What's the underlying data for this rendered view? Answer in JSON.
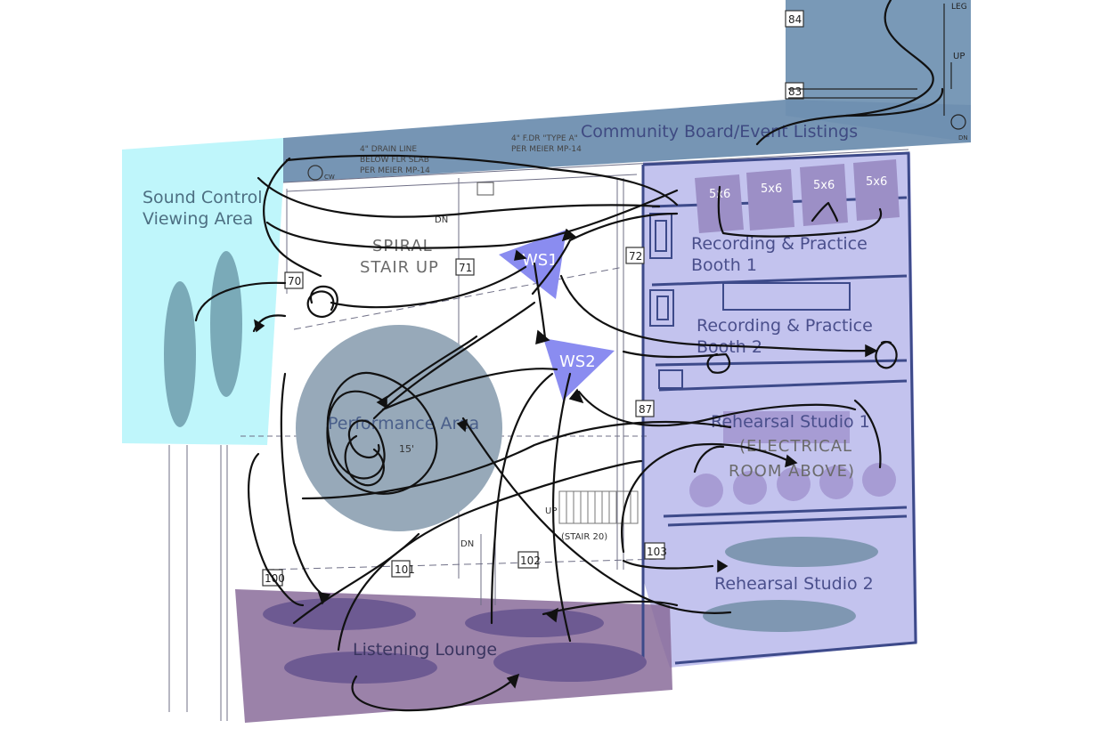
{
  "plan": {
    "zones": {
      "community_board": "Community Board/Event Listings",
      "sound_control_line1": "Sound Control",
      "sound_control_line2": "Viewing Area",
      "performance_area": "Performance Area",
      "performance_dimension": "15'",
      "booth1_line1": "Recording  & Practice",
      "booth1_line2": "Booth 1",
      "booth2_line1": "Recording  & Practice",
      "booth2_line2": "Booth 2",
      "rehearsal1": "Rehearsal Studio 1",
      "rehearsal2": "Rehearsal Studio 2",
      "listening_lounge": "Listening Lounge"
    },
    "workstations": [
      "WS1",
      "WS2"
    ],
    "booth_sizes": [
      "5x6",
      "5x6",
      "5x6",
      "5x6"
    ],
    "base_labels": {
      "spiral_stair_line1": "SPIRAL",
      "spiral_stair_line2": "STAIR UP",
      "electrical_line1": "(ELECTRICAL",
      "electrical_line2": "ROOM  ABOVE)",
      "stair": "(STAIR 20)",
      "up": "UP",
      "up2": "UP",
      "dn1": "DN",
      "dn2": "DN",
      "leg": "LEG",
      "drain_line1": "4\" DRAIN LINE",
      "drain_line2": "BELOW FLR SLAB",
      "drain_line3": "PER MEIER MP-14",
      "fdr_line1": "4\" F.DR \"TYPE A\"",
      "fdr_line2": "PER MEIER MP-14",
      "cw": "CW",
      "dn_small": "DN"
    },
    "grid_tags": [
      "84",
      "83",
      "70",
      "71",
      "72",
      "87",
      "100",
      "101",
      "102",
      "103"
    ]
  },
  "colors": {
    "sound_control": "#bff6fb",
    "community_board": "#6e8fb0",
    "studios": "#c3c3ee",
    "booth_block": "#9c8fc6",
    "performance": "#97a9b9",
    "lounge": "#8b6d9b",
    "workstation": "#8a8cf0",
    "ovals": "#7f97b2"
  }
}
